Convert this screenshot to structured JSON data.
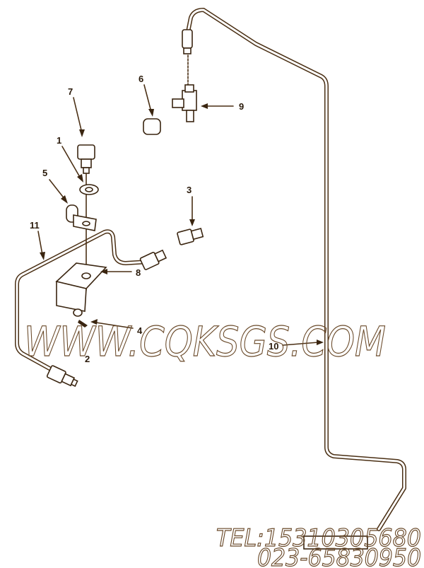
{
  "diagram": {
    "callouts": [
      "1",
      "2",
      "3",
      "4",
      "5",
      "6",
      "7",
      "8",
      "9",
      "10",
      "11"
    ],
    "line_color": "#4a2f14"
  },
  "watermark": {
    "site": "WWW.CQKSGS.COM",
    "tel": "TEL:15310305680",
    "phone": "023-65830950"
  }
}
